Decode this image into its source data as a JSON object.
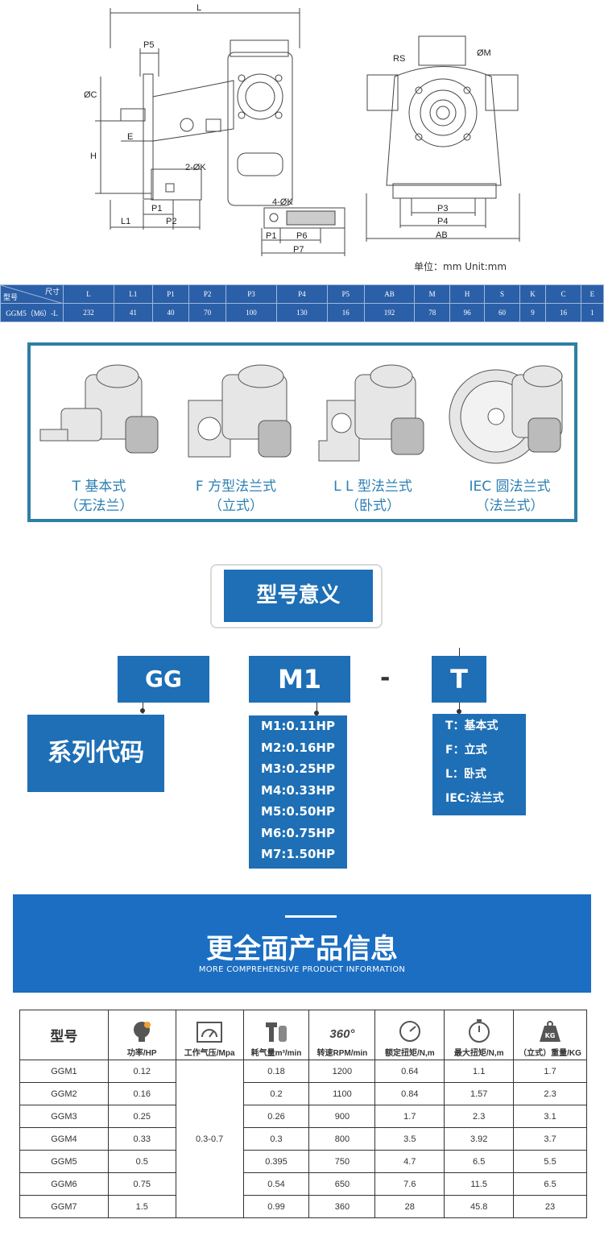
{
  "drawing": {
    "labels": {
      "L": "L",
      "P5": "P5",
      "C": "ØC",
      "H": "H",
      "E": "E",
      "K2": "2-ØK",
      "L1": "L1",
      "P1": "P1",
      "P2": "P2",
      "K4": "4-ØK",
      "P1b": "P1",
      "P6": "P6",
      "P7": "P7",
      "RS": "RS",
      "M": "ØM",
      "P3": "P3",
      "P4": "P4",
      "AB": "AB"
    },
    "unit_text": "单位：mm  Unit:mm"
  },
  "dim_table": {
    "corner_top": "尺寸",
    "corner_bottom": "型号",
    "headers": [
      "L",
      "L1",
      "P1",
      "P2",
      "P3",
      "P4",
      "P5",
      "AB",
      "M",
      "H",
      "S",
      "K",
      "C",
      "E"
    ],
    "row_label": "GGM5（M6）-L",
    "values": [
      "232",
      "41",
      "40",
      "70",
      "100",
      "130",
      "16",
      "192",
      "78",
      "96",
      "60",
      "9",
      "16",
      "1"
    ]
  },
  "mounts": [
    {
      "line1": "T 基本式",
      "line2": "（无法兰）"
    },
    {
      "line1": "F 方型法兰式",
      "line2": "（立式）"
    },
    {
      "line1": "L  L 型法兰式",
      "line2": "（卧式）"
    },
    {
      "line1": "IEC 圆法兰式",
      "line2": "（法兰式）"
    }
  ],
  "meaning": {
    "title": "型号意义",
    "gg": "GG",
    "m1": "M1",
    "dash": "-",
    "t": "T",
    "series_label": "系列代码",
    "m_options": [
      "M1:0.11HP",
      "M2:0.16HP",
      "M3:0.25HP",
      "M4:0.33HP",
      "M5:0.50HP",
      "M6:0.75HP",
      "M7:1.50HP"
    ],
    "t_options": [
      "T：基本式",
      "F：立式",
      "L：卧式",
      "IEC:法兰式"
    ]
  },
  "banner": {
    "title": "更全面产品信息",
    "subtitle": "MORE COMPREHENSIVE PRODUCT INFORMATION"
  },
  "product_table": {
    "headers": {
      "model": "型号",
      "power": "功率/HP",
      "pressure": "工作气压/Mpa",
      "air": "耗气量m³/min",
      "speed": "转速RPM/min",
      "rated_torque": "额定扭矩/N,m",
      "max_torque": "最大扭矩/N,m",
      "weight": "（立式）重量/KG"
    },
    "icons": {
      "speed_icon_text": "360°",
      "weight_icon_text": "KG"
    },
    "pressure_value": "0.3-0.7",
    "rows": [
      {
        "model": "GGM1",
        "power": "0.12",
        "air": "0.18",
        "speed": "1200",
        "rated": "0.64",
        "max": "1.1",
        "weight": "1.7"
      },
      {
        "model": "GGM2",
        "power": "0.16",
        "air": "0.2",
        "speed": "1100",
        "rated": "0.84",
        "max": "1.57",
        "weight": "2.3"
      },
      {
        "model": "GGM3",
        "power": "0.25",
        "air": "0.26",
        "speed": "900",
        "rated": "1.7",
        "max": "2.3",
        "weight": "3.1"
      },
      {
        "model": "GGM4",
        "power": "0.33",
        "air": "0.3",
        "speed": "800",
        "rated": "3.5",
        "max": "3.92",
        "weight": "3.7"
      },
      {
        "model": "GGM5",
        "power": "0.5",
        "air": "0.395",
        "speed": "750",
        "rated": "4.7",
        "max": "6.5",
        "weight": "5.5"
      },
      {
        "model": "GGM6",
        "power": "0.75",
        "air": "0.54",
        "speed": "650",
        "rated": "7.6",
        "max": "11.5",
        "weight": "6.5"
      },
      {
        "model": "GGM7",
        "power": "1.5",
        "air": "0.99",
        "speed": "360",
        "rated": "28",
        "max": "45.8",
        "weight": "23"
      }
    ]
  }
}
